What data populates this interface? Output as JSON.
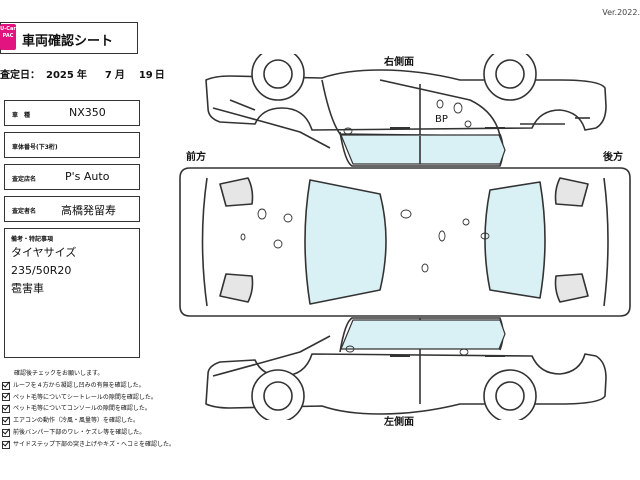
{
  "version": "Ver.2022.",
  "logo": {
    "text": "U-Car PAC",
    "color": "#e2147f"
  },
  "sheet": {
    "title": "車両確認シート"
  },
  "inspection_date": {
    "label": "査定日：",
    "year": "2025",
    "year_unit": "年",
    "month": "7",
    "month_unit": "月",
    "day": "19",
    "day_unit": "日"
  },
  "fields": [
    {
      "label": "車　種",
      "value": "NX350"
    },
    {
      "label": "車体番号(下3桁)",
      "value": ""
    },
    {
      "label": "査定店名",
      "value": "P's Auto"
    },
    {
      "label": "査定者名",
      "value": "高橋発留寿"
    }
  ],
  "notes": {
    "label": "備考・特記事項",
    "lines": [
      "タイヤサイズ",
      "235/50R20",
      "雹害車"
    ]
  },
  "checklist": {
    "header": "確認後チェックをお願いします。",
    "items": [
      {
        "text": "ルーフを４方から凝認し凹みの有無を確認した。",
        "checked": true
      },
      {
        "text": "ペット毛等についてシートレールの隙間を確認した。",
        "checked": true
      },
      {
        "text": "ペット毛等についてコンソールの隙間を確認した。",
        "checked": true
      },
      {
        "text": "エアコンの動作（冷風・風量等）を確認した。",
        "checked": true
      },
      {
        "text": "前後バンパー下部のワレ・ケズレ等を確認した。",
        "checked": true
      },
      {
        "text": "サイドステップ下部の突き上げやキズ・ヘコミを確認した。",
        "checked": true
      }
    ]
  },
  "diagram": {
    "right_side": "右側面",
    "left_side": "左側面",
    "front": "前方",
    "rear": "後方",
    "mark": "BP",
    "glass_color": "#d9f1f5"
  }
}
